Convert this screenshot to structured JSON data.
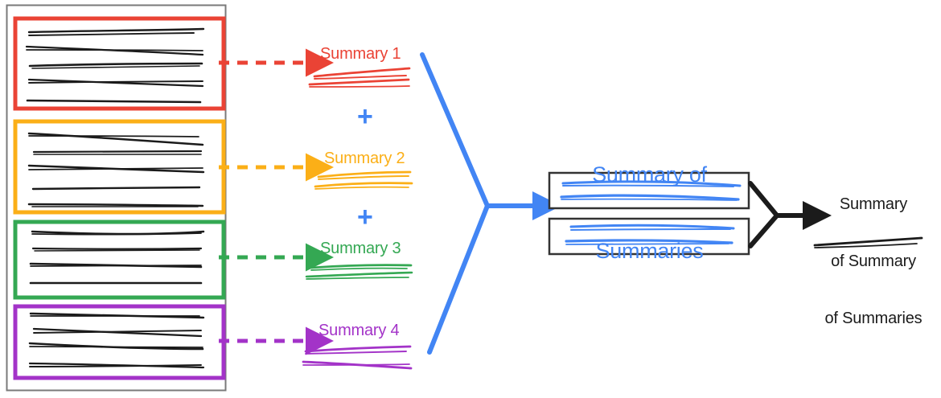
{
  "diagram": {
    "title": "Hierarchical summarization pipeline",
    "colors": {
      "red": "#EA4335",
      "orange": "#FBAF17",
      "green": "#34A853",
      "purple": "#A333C8",
      "blue": "#4285F4",
      "black": "#1b1b1b",
      "gray_outline": "#7a7a7a"
    },
    "source_panel": {
      "name": "source-documents-panel",
      "groups": [
        {
          "id": "group-1",
          "color": "#EA4335",
          "line_count": 5
        },
        {
          "id": "group-2",
          "color": "#FBAF17",
          "line_count": 5
        },
        {
          "id": "group-3",
          "color": "#34A853",
          "line_count": 4
        },
        {
          "id": "group-4",
          "color": "#A333C8",
          "line_count": 4
        }
      ]
    },
    "summaries": [
      {
        "label": "Summary 1",
        "color": "#EA4335",
        "arrow": "dashed-arrow-right"
      },
      {
        "label": "Summary 2",
        "color": "#FBAF17",
        "arrow": "dashed-arrow-right"
      },
      {
        "label": "Summary 3",
        "color": "#34A853",
        "arrow": "dashed-arrow-right"
      },
      {
        "label": "Summary 4",
        "color": "#A333C8",
        "arrow": "dashed-arrow-right"
      }
    ],
    "operators": [
      {
        "symbol": "+",
        "color": "#4285F4"
      },
      {
        "symbol": "+",
        "color": "#4285F4"
      },
      {
        "symbol": "+",
        "color": "#4285F4"
      }
    ],
    "merge": {
      "name": "blue-funnel-merge",
      "color": "#4285F4",
      "arrow": "arrow-right"
    },
    "summary_of_summaries": {
      "title_line_1": "Summary of",
      "title_line_2": "Summaries",
      "color": "#4285F4",
      "box_count": 2
    },
    "final_merge": {
      "name": "black-funnel-merge",
      "color": "#1b1b1b",
      "arrow": "arrow-right"
    },
    "final_output": {
      "title_line_1": "Summary",
      "title_line_2": "of Summary",
      "title_line_3": "of Summaries",
      "color": "#1b1b1b",
      "line_count": 1
    }
  }
}
